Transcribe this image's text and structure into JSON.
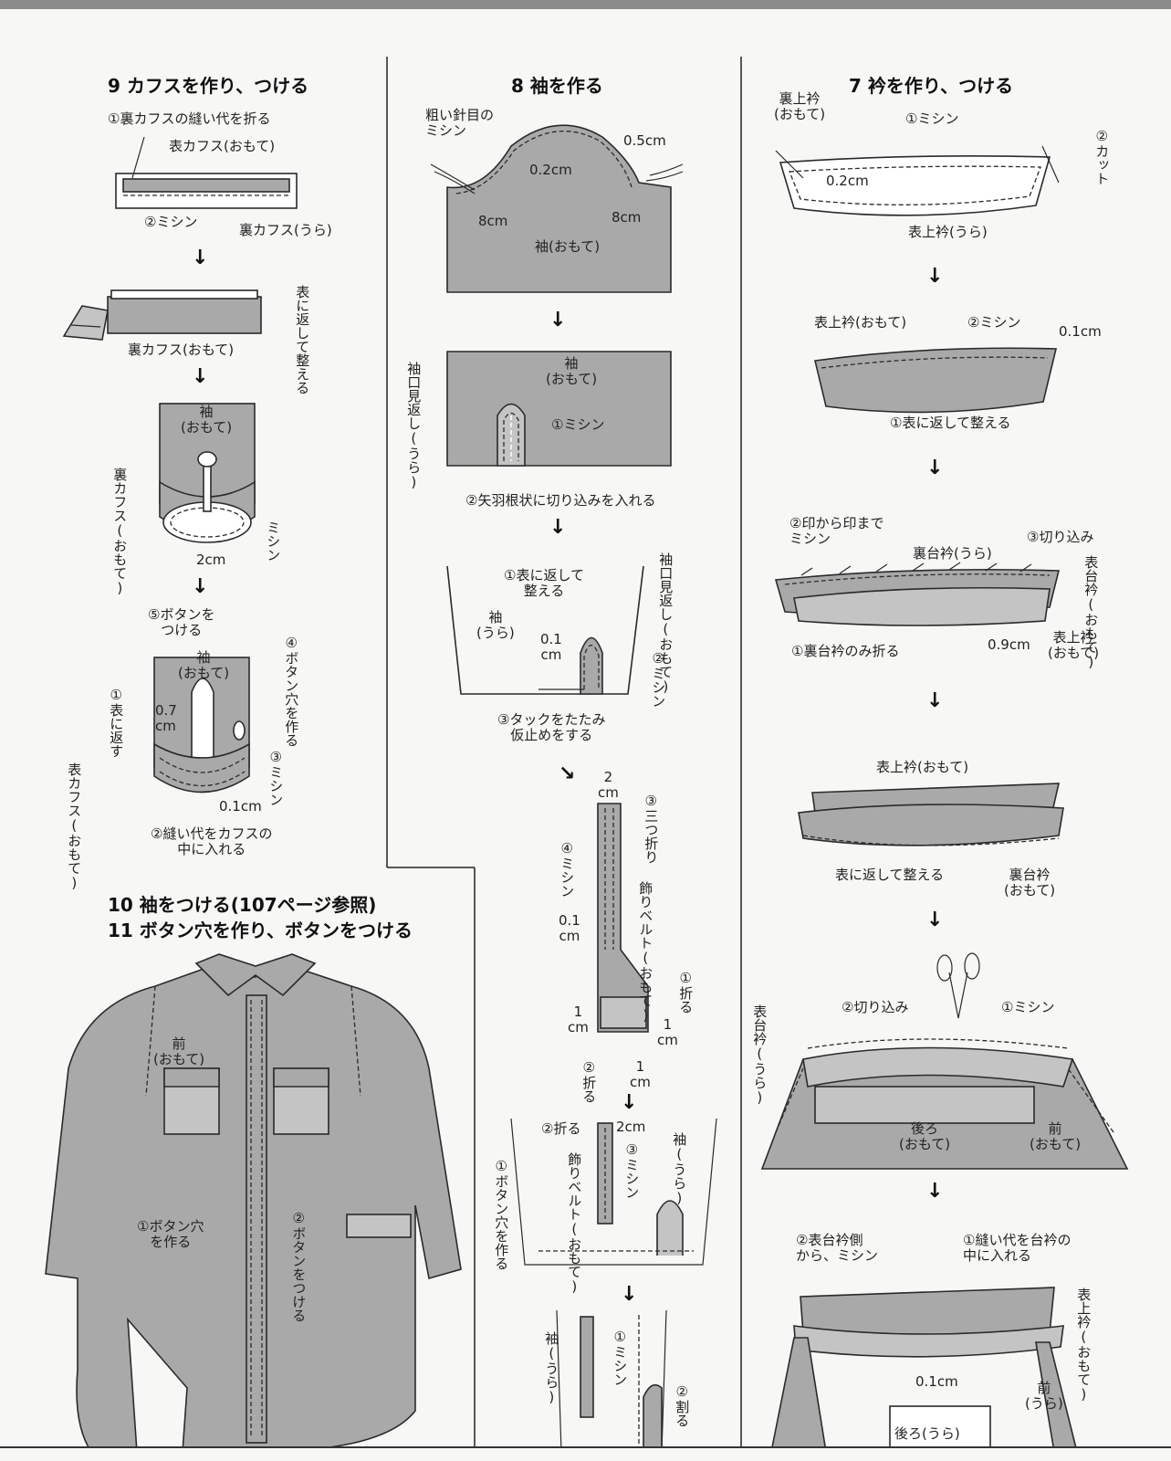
{
  "sections": {
    "cuffs": {
      "title": "9 カフスを作り、つける",
      "s1": {
        "fold": "①裏カフスの縫い代を折る",
        "outer": "表カフス(おもて)",
        "sew": "②ミシン",
        "inner": "裏カフス(うら)"
      },
      "s2": {
        "turn": "表に返して整える",
        "inner": "裏カフス(おもて)"
      },
      "s3": {
        "sleeve": "袖\n(おもて)",
        "inner": "裏カフス(おもて)",
        "sew": "ミシン",
        "m2cm": "2cm"
      },
      "s4": {
        "button": "⑤ボタンを\nつける",
        "hole": "④ボタン穴を作る",
        "sleeve": "袖\n(おもて)",
        "turn": "①表に返す",
        "m07": "0.7\ncm",
        "outer": "表カフス(おもて)",
        "sew": "③ミシン",
        "m01": "0.1cm",
        "seam": "②縫い代をカフスの\n中に入れる"
      }
    },
    "sleeve": {
      "title": "8 袖を作る",
      "s1": {
        "coarse": "粗い針目の\nミシン",
        "m05": "0.5cm",
        "m02": "0.2cm",
        "m8a": "8cm",
        "m8b": "8cm",
        "sleeve": "袖(おもて)"
      },
      "s2": {
        "facing": "袖口見返し(うら)",
        "sleeve": "袖\n(おもて)",
        "sew": "①ミシン",
        "cut": "②矢羽根状に切り込みを入れる"
      },
      "s3": {
        "turn": "①表に返して\n整える",
        "facing": "袖口見返し(おもて)",
        "sleeve": "袖\n(うら)",
        "m01": "0.1\ncm",
        "sew": "②ミシン",
        "tuck": "③タックをたたみ\n仮止めをする"
      },
      "s4": {
        "m2": "2\ncm",
        "fold3": "③三つ折り",
        "sew": "④ミシン",
        "belt": "飾りベルト(おもて)",
        "m01": "0.1\ncm",
        "fold1": "①折る",
        "m1a": "1\ncm",
        "m1b": "1\ncm",
        "m1c": "1\ncm",
        "fold2": "②折る"
      },
      "s5": {
        "fold": "②折る",
        "m2": "2cm",
        "sew": "③ミシン",
        "belt": "飾りベルト(おもて)",
        "sleeve": "袖(うら)",
        "hole": "①ボタン穴を作る"
      },
      "s6": {
        "sleeve": "袖(うら)",
        "sew": "①ミシン",
        "split": "②割る"
      }
    },
    "collar": {
      "title": "7 衿を作り、つける",
      "s1": {
        "under": "裏上衿\n(おもて)",
        "sew": "①ミシン",
        "cut": "②カット",
        "m02": "0.2cm",
        "outer": "表上衿(うら)"
      },
      "s2": {
        "outer": "表上衿(おもて)",
        "sew": "②ミシン",
        "m01": "0.1cm",
        "turn": "①表に返して整える"
      },
      "s3": {
        "sew": "②印から印まで\nミシン",
        "inner": "裏台衿(うら)",
        "cut": "③切り込み",
        "band": "表台衿(おもて)",
        "fold": "①裏台衿のみ折る",
        "m09": "0.9cm",
        "outer": "表上衿\n(おもて)"
      },
      "s4": {
        "outer": "表上衿(おもて)",
        "turn": "表に返して整える",
        "inner": "裏台衿\n(おもて)"
      },
      "s5": {
        "band": "表台衿(うら)",
        "cut": "②切り込み",
        "sew": "①ミシン",
        "back": "後ろ\n(おもて)",
        "front": "前\n(おもて)"
      },
      "s6": {
        "sew": "②表台衿側\nから、ミシン",
        "seam": "①縫い代を台衿の\n中に入れる",
        "outer": "表上衿(おもて)",
        "m01": "0.1cm",
        "front": "前\n(うら)",
        "back": "後ろ(うら)"
      }
    },
    "shirt": {
      "title1": "10 袖をつける(107ページ参照)",
      "title2": "11 ボタン穴を作り、ボタンをつける",
      "front": "前\n(おもて)",
      "hole": "①ボタン穴\nを作る",
      "button": "②ボタンをつける"
    }
  },
  "colors": {
    "fabric": "#a9a9a9",
    "line": "#2a2a2a",
    "paper": "#f7f7f5"
  }
}
